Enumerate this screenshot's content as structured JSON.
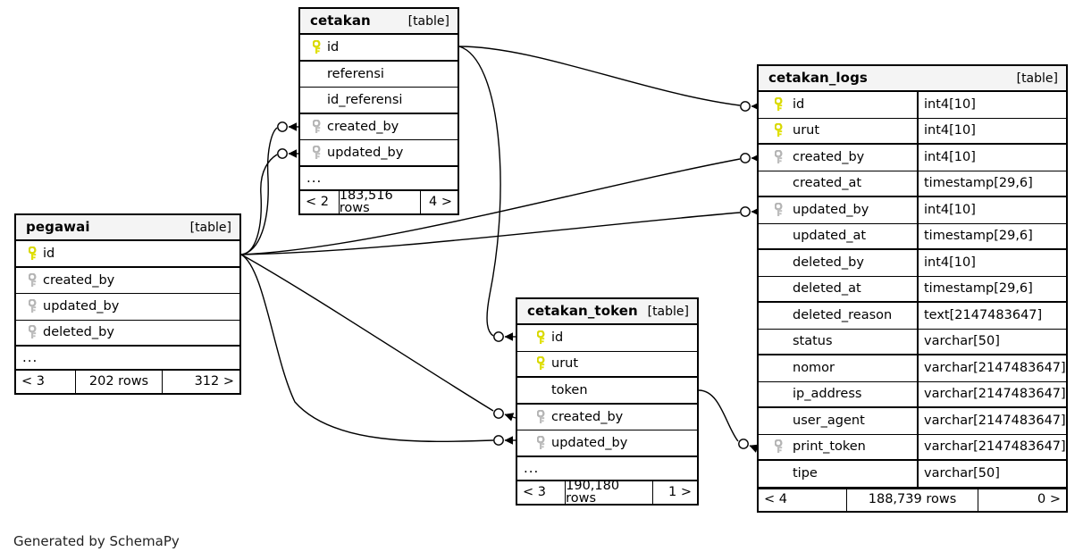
{
  "diagram": {
    "generator_note": "Generated by SchemaPy",
    "table_tag": "[table]",
    "ellipsis": "...",
    "colors": {
      "primary_key": "#e8e800",
      "foreign_key": "#b0b0b0",
      "header_bg": "#f4f4f4",
      "border": "#000000",
      "background": "#ffffff"
    }
  },
  "tables": {
    "cetakan": {
      "name": "cetakan",
      "tag": "[table]",
      "columns": [
        {
          "name": "id",
          "key": "primary",
          "type": ""
        },
        {
          "name": "referensi",
          "key": "none",
          "type": ""
        },
        {
          "name": "id_referensi",
          "key": "none",
          "type": ""
        },
        {
          "name": "created_by",
          "key": "foreign",
          "type": ""
        },
        {
          "name": "updated_by",
          "key": "foreign",
          "type": ""
        }
      ],
      "more": "...",
      "footer": {
        "left": "< 2",
        "middle": "183,516 rows",
        "right": "4 >"
      }
    },
    "pegawai": {
      "name": "pegawai",
      "tag": "[table]",
      "columns": [
        {
          "name": "id",
          "key": "primary",
          "type": ""
        },
        {
          "name": "created_by",
          "key": "foreign",
          "type": ""
        },
        {
          "name": "updated_by",
          "key": "foreign",
          "type": ""
        },
        {
          "name": "deleted_by",
          "key": "foreign",
          "type": ""
        }
      ],
      "more": "...",
      "footer": {
        "left": "< 3",
        "middle": "202 rows",
        "right": "312 >"
      }
    },
    "cetakan_token": {
      "name": "cetakan_token",
      "tag": "[table]",
      "columns": [
        {
          "name": "id",
          "key": "primary",
          "type": ""
        },
        {
          "name": "urut",
          "key": "primary",
          "type": ""
        },
        {
          "name": "token",
          "key": "none",
          "type": ""
        },
        {
          "name": "created_by",
          "key": "foreign",
          "type": ""
        },
        {
          "name": "updated_by",
          "key": "foreign",
          "type": ""
        }
      ],
      "more": "...",
      "footer": {
        "left": "< 3",
        "middle": "190,180 rows",
        "right": "1 >"
      }
    },
    "cetakan_logs": {
      "name": "cetakan_logs",
      "tag": "[table]",
      "columns": [
        {
          "name": "id",
          "key": "primary",
          "type": "int4[10]"
        },
        {
          "name": "urut",
          "key": "primary",
          "type": "int4[10]"
        },
        {
          "name": "created_by",
          "key": "foreign",
          "type": "int4[10]"
        },
        {
          "name": "created_at",
          "key": "none",
          "type": "timestamp[29,6]"
        },
        {
          "name": "updated_by",
          "key": "foreign",
          "type": "int4[10]"
        },
        {
          "name": "updated_at",
          "key": "none",
          "type": "timestamp[29,6]"
        },
        {
          "name": "deleted_by",
          "key": "none",
          "type": "int4[10]"
        },
        {
          "name": "deleted_at",
          "key": "none",
          "type": "timestamp[29,6]"
        },
        {
          "name": "deleted_reason",
          "key": "none",
          "type": "text[2147483647]"
        },
        {
          "name": "status",
          "key": "none",
          "type": "varchar[50]"
        },
        {
          "name": "nomor",
          "key": "none",
          "type": "varchar[2147483647]"
        },
        {
          "name": "ip_address",
          "key": "none",
          "type": "varchar[2147483647]"
        },
        {
          "name": "user_agent",
          "key": "none",
          "type": "varchar[2147483647]"
        },
        {
          "name": "print_token",
          "key": "foreign",
          "type": "varchar[2147483647]"
        },
        {
          "name": "tipe",
          "key": "none",
          "type": "varchar[50]"
        }
      ],
      "more": null,
      "footer": {
        "left": "< 4",
        "middle": "188,739 rows",
        "right": "0 >"
      }
    }
  },
  "relationships": [
    {
      "from": "cetakan.id",
      "to": "cetakan_logs.id"
    },
    {
      "from": "cetakan.id",
      "to": "cetakan_token.id"
    },
    {
      "from": "pegawai.id",
      "to": "cetakan.created_by"
    },
    {
      "from": "pegawai.id",
      "to": "cetakan.updated_by"
    },
    {
      "from": "pegawai.id",
      "to": "cetakan_logs.created_by"
    },
    {
      "from": "pegawai.id",
      "to": "cetakan_logs.updated_by"
    },
    {
      "from": "pegawai.id",
      "to": "cetakan_token.created_by"
    },
    {
      "from": "pegawai.id",
      "to": "cetakan_token.updated_by"
    },
    {
      "from": "cetakan_token.token",
      "to": "cetakan_logs.print_token"
    }
  ]
}
